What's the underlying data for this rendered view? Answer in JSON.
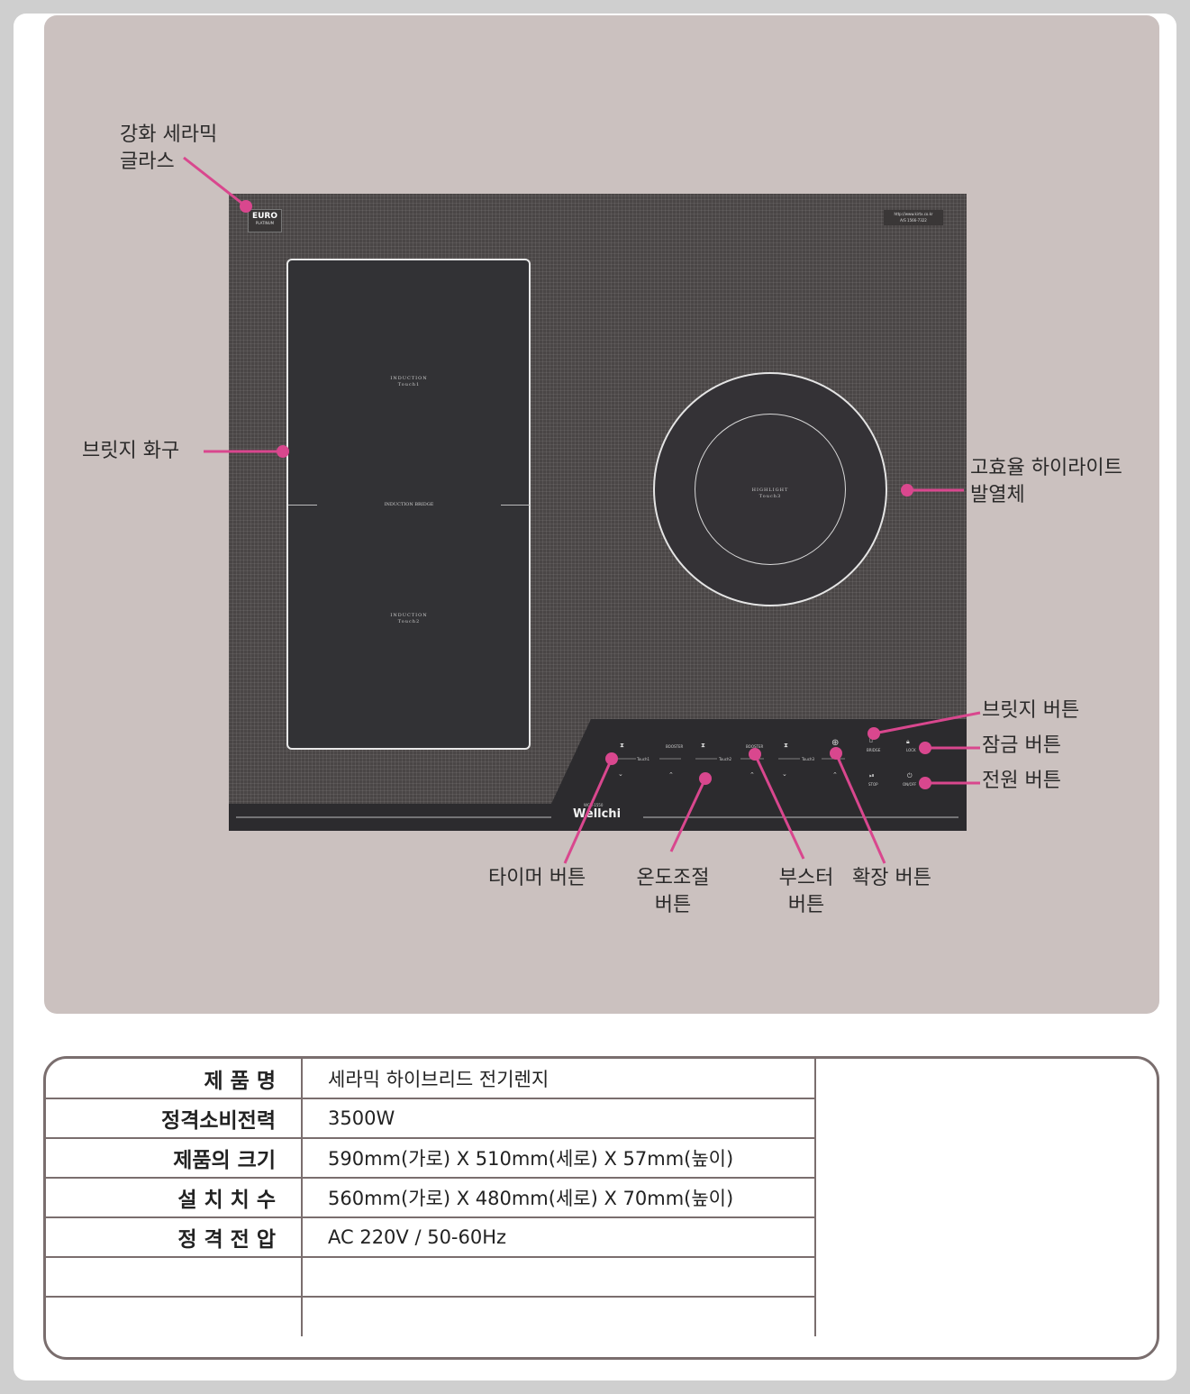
{
  "panel": {
    "badge": {
      "line1": "EURO",
      "line2": "PLATINUM"
    },
    "url_box": {
      "line1": "http://www.kirtx.co.kr",
      "line2": "A/S 1566-7322"
    },
    "zones": {
      "top_induction": {
        "line1": "INDUCTION",
        "line2": "Touch1"
      },
      "bridge_label": "INDUCTION BRIDGE",
      "bottom_induction": {
        "line1": "INDUCTION",
        "line2": "Touch2"
      },
      "highlight": {
        "line1": "HIGHLIGHT",
        "line2": "Touch3"
      }
    },
    "controls": {
      "touch1": "Touch1",
      "touch2": "Touch2",
      "touch3": "Touch3",
      "boost1": "BOOSTER",
      "boost2": "BOOSTER",
      "bridge_btn": "BRIDGE",
      "lock_btn": "LOCK",
      "stop_btn": "STOP",
      "power_btn": "ON/OFF"
    },
    "brand": "Wellchi",
    "model": "WCH-1550"
  },
  "callouts": {
    "tempered_glass": [
      "강화 세라믹",
      "글라스"
    ],
    "bridge_burner": "브릿지 화구",
    "highlight_heater": [
      "고효율 하이라이트",
      "발열체"
    ],
    "bridge_button": "브릿지 버튼",
    "lock_button": "잠금 버튼",
    "power_button": "전원 버튼",
    "timer_button": "타이머 버튼",
    "temp_button": [
      "온도조절",
      "버튼"
    ],
    "booster_button": [
      "부스터",
      "버튼"
    ],
    "expand_button": "확장 버튼"
  },
  "colors": {
    "accent": "#d9478e",
    "panel_bg": "#cbc1bf",
    "border": "#7a6e6e"
  },
  "spec": {
    "rows": [
      {
        "label": "제 품 명",
        "value": "세라믹 하이브리드 전기렌지"
      },
      {
        "label": "정격소비전력",
        "value": "3500W"
      },
      {
        "label": "제품의 크기",
        "value": "590mm(가로) X 510mm(세로) X 57mm(높이)"
      },
      {
        "label": "설 치 치 수",
        "value": "560mm(가로) X 480mm(세로) X 70mm(높이)"
      },
      {
        "label": "정 격 전 압",
        "value": "AC 220V / 50-60Hz"
      },
      {
        "label": "",
        "value": ""
      },
      {
        "label": "",
        "value": ""
      }
    ]
  }
}
